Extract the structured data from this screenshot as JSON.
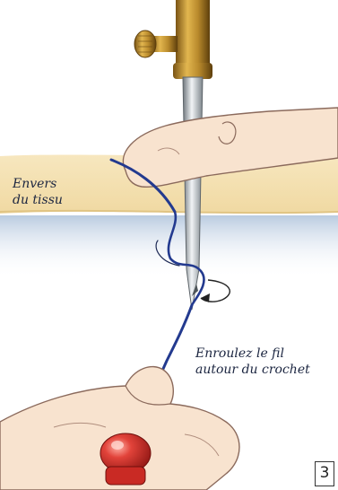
{
  "illustration": {
    "labels": {
      "fabric_back_line1": "Envers",
      "fabric_back_line2": "du tissu",
      "wrap_line1": "Enroulez le fil",
      "wrap_line2": "autour du crochet"
    },
    "step_number": "3",
    "colors": {
      "fabric": "#f5e3b4",
      "fabric_edge": "#e7cf92",
      "shadow": "#c9d7e8",
      "skin": "#f8e3cf",
      "skin_outline": "#8b6a5c",
      "thread": "#233a8f",
      "brass": "#b98a2c",
      "steel": "#aeb5bb",
      "bead": "#d1322d"
    }
  }
}
